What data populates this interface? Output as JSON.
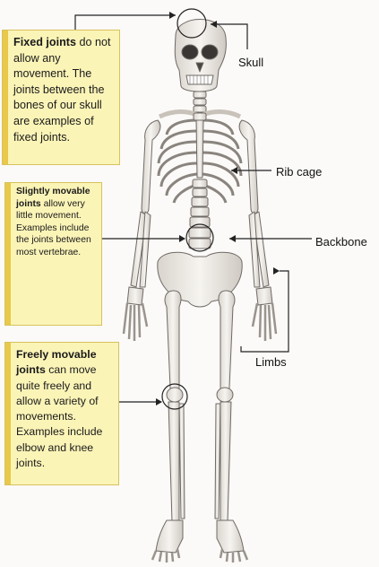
{
  "callouts": {
    "fixed": {
      "heading": "Fixed joints",
      "body": " do not allow any movement. The joints between the bones of our skull are examples of fixed joints."
    },
    "slightly": {
      "heading": "Slightly movable joints",
      "body": " allow very little movement. Examples include the joints between most vertebrae."
    },
    "freely": {
      "heading": "Freely movable joints",
      "body": " can move quite freely and allow a variety of movements. Examples include elbow and knee joints."
    }
  },
  "labels": {
    "skull": "Skull",
    "rib_cage": "Rib cage",
    "backbone": "Backbone",
    "limbs": "Limbs"
  },
  "colors": {
    "callout_fill": "#fbf4b7",
    "callout_bar": "#e9c84a",
    "bone": "#f1eee9",
    "bone_outline": "#6f6a66"
  }
}
